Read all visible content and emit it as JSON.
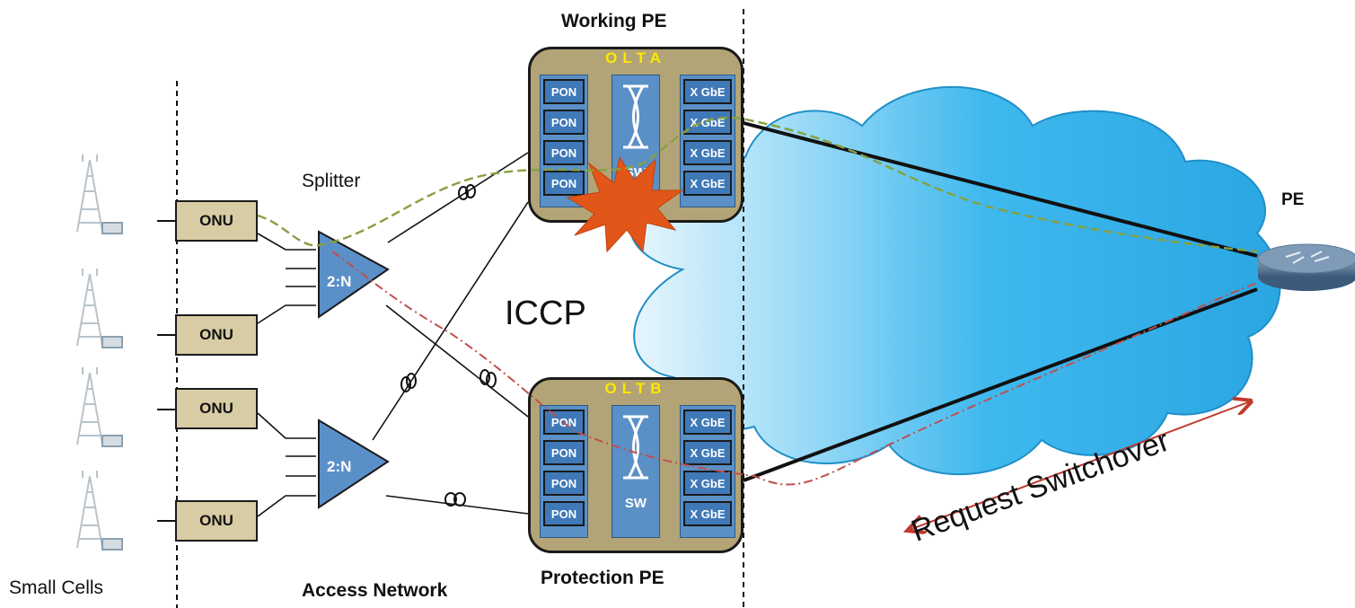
{
  "labels": {
    "working_pe": "Working PE",
    "protection_pe": "Protection PE",
    "pe": "PE",
    "splitter": "Splitter",
    "iccp": "ICCP",
    "small_cells": "Small Cells",
    "access_network": "Access Network",
    "request_switchover": "Request Switchover"
  },
  "onus": [
    "ONU",
    "ONU",
    "ONU",
    "ONU"
  ],
  "splitters": [
    "2:N",
    "2:N"
  ],
  "olt_a": {
    "title": "OLTA",
    "pon": [
      "PON",
      "PON",
      "PON",
      "PON"
    ],
    "switch": "SW",
    "gbe": [
      "X GbE",
      "X GbE",
      "X GbE",
      "X GbE"
    ]
  },
  "olt_b": {
    "title": "OLTB",
    "pon": [
      "PON",
      "PON",
      "PON",
      "PON"
    ],
    "switch": "SW",
    "gbe": [
      "X GbE",
      "X GbE",
      "X GbE",
      "X GbE"
    ]
  },
  "colors": {
    "cloud": "#3fb8ee",
    "olt_chassis": "#b2a476",
    "onu_fill": "#d8cca4",
    "card_blue": "#3f79b8",
    "working_path": "#86a040",
    "protection_path": "#c0504d",
    "failure_burst": "#e2561a",
    "arrow": "#c0392b"
  }
}
